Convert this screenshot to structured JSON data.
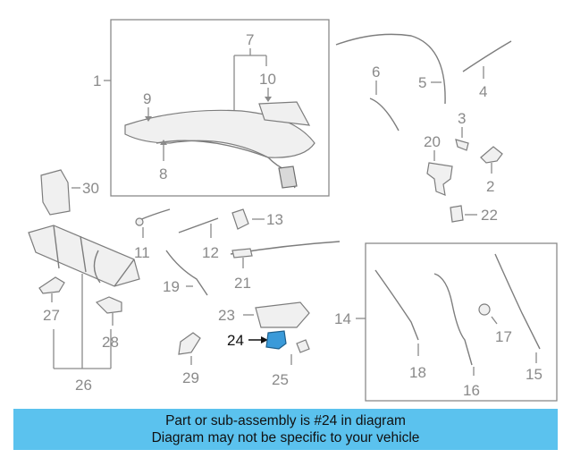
{
  "labels": {
    "l1": "1",
    "l2": "2",
    "l3": "3",
    "l4": "4",
    "l5": "5",
    "l6": "6",
    "l7": "7",
    "l8": "8",
    "l9": "9",
    "l10": "10",
    "l11": "11",
    "l12": "12",
    "l13": "13",
    "l14": "14",
    "l15": "15",
    "l16": "16",
    "l17": "17",
    "l18": "18",
    "l19": "19",
    "l20": "20",
    "l21": "21",
    "l22": "22",
    "l23": "23",
    "l24": "24",
    "l25": "25",
    "l26": "26",
    "l27": "27",
    "l28": "28",
    "l29": "29",
    "l30": "30"
  },
  "highlight_part": "24",
  "colors": {
    "banner_bg": "#5bc2ee",
    "highlight_part": "#3a9ad9",
    "line_gray": "#8a8a8a"
  },
  "banner": {
    "line1": "Part or sub-assembly is #24 in diagram",
    "line2": "Diagram may not be specific to your vehicle"
  }
}
